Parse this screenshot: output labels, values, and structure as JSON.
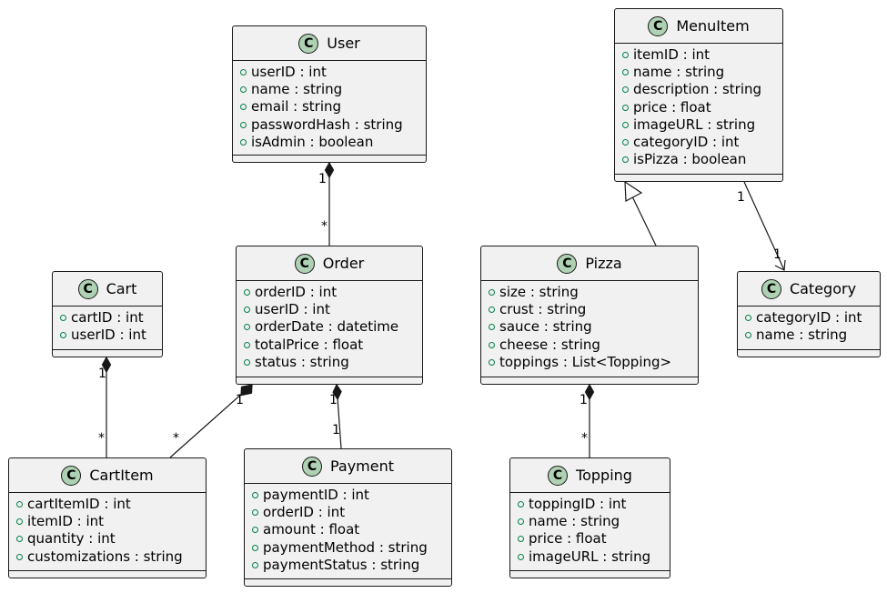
{
  "classes": {
    "user": {
      "name": "User",
      "stereotype": "C",
      "attributes": [
        "userID : int",
        "name : string",
        "email : string",
        "passwordHash : string",
        "isAdmin : boolean"
      ]
    },
    "menuitem": {
      "name": "MenuItem",
      "stereotype": "C",
      "attributes": [
        "itemID : int",
        "name : string",
        "description : string",
        "price : float",
        "imageURL : string",
        "categoryID : int",
        "isPizza : boolean"
      ]
    },
    "cart": {
      "name": "Cart",
      "stereotype": "C",
      "attributes": [
        "cartID : int",
        "userID : int"
      ]
    },
    "order": {
      "name": "Order",
      "stereotype": "C",
      "attributes": [
        "orderID : int",
        "userID : int",
        "orderDate : datetime",
        "totalPrice : float",
        "status : string"
      ]
    },
    "pizza": {
      "name": "Pizza",
      "stereotype": "C",
      "attributes": [
        "size : string",
        "crust : string",
        "sauce : string",
        "cheese : string",
        "toppings : List<Topping>"
      ]
    },
    "category": {
      "name": "Category",
      "stereotype": "C",
      "attributes": [
        "categoryID : int",
        "name : string"
      ]
    },
    "cartitem": {
      "name": "CartItem",
      "stereotype": "C",
      "attributes": [
        "cartItemID : int",
        "itemID : int",
        "quantity : int",
        "customizations : string"
      ]
    },
    "payment": {
      "name": "Payment",
      "stereotype": "C",
      "attributes": [
        "paymentID : int",
        "orderID : int",
        "amount : float",
        "paymentMethod : string",
        "paymentStatus : string"
      ]
    },
    "topping": {
      "name": "Topping",
      "stereotype": "C",
      "attributes": [
        "toppingID : int",
        "name : string",
        "price : float",
        "imageURL : string"
      ]
    }
  },
  "relations": {
    "user_order": {
      "from": "User",
      "to": "Order",
      "kind": "composition",
      "from_mult": "1",
      "to_mult": "*"
    },
    "cart_cartitem": {
      "from": "Cart",
      "to": "CartItem",
      "kind": "composition",
      "from_mult": "1",
      "to_mult": "*"
    },
    "order_cartitem": {
      "from": "Order",
      "to": "CartItem",
      "kind": "composition",
      "from_mult": "1",
      "to_mult": "*"
    },
    "order_payment": {
      "from": "Order",
      "to": "Payment",
      "kind": "composition",
      "from_mult": "1",
      "to_mult": "1"
    },
    "pizza_menuitem": {
      "from": "Pizza",
      "to": "MenuItem",
      "kind": "inheritance"
    },
    "menuitem_category": {
      "from": "MenuItem",
      "to": "Category",
      "kind": "association",
      "from_mult": "1",
      "to_mult": "1"
    },
    "pizza_topping": {
      "from": "Pizza",
      "to": "Topping",
      "kind": "composition",
      "from_mult": "1",
      "to_mult": "*"
    }
  },
  "colors": {
    "box_fill": "#f1f1f1",
    "border": "#181818",
    "stereotype_circle": "#add1b2",
    "visibility_marker": "#038048"
  }
}
